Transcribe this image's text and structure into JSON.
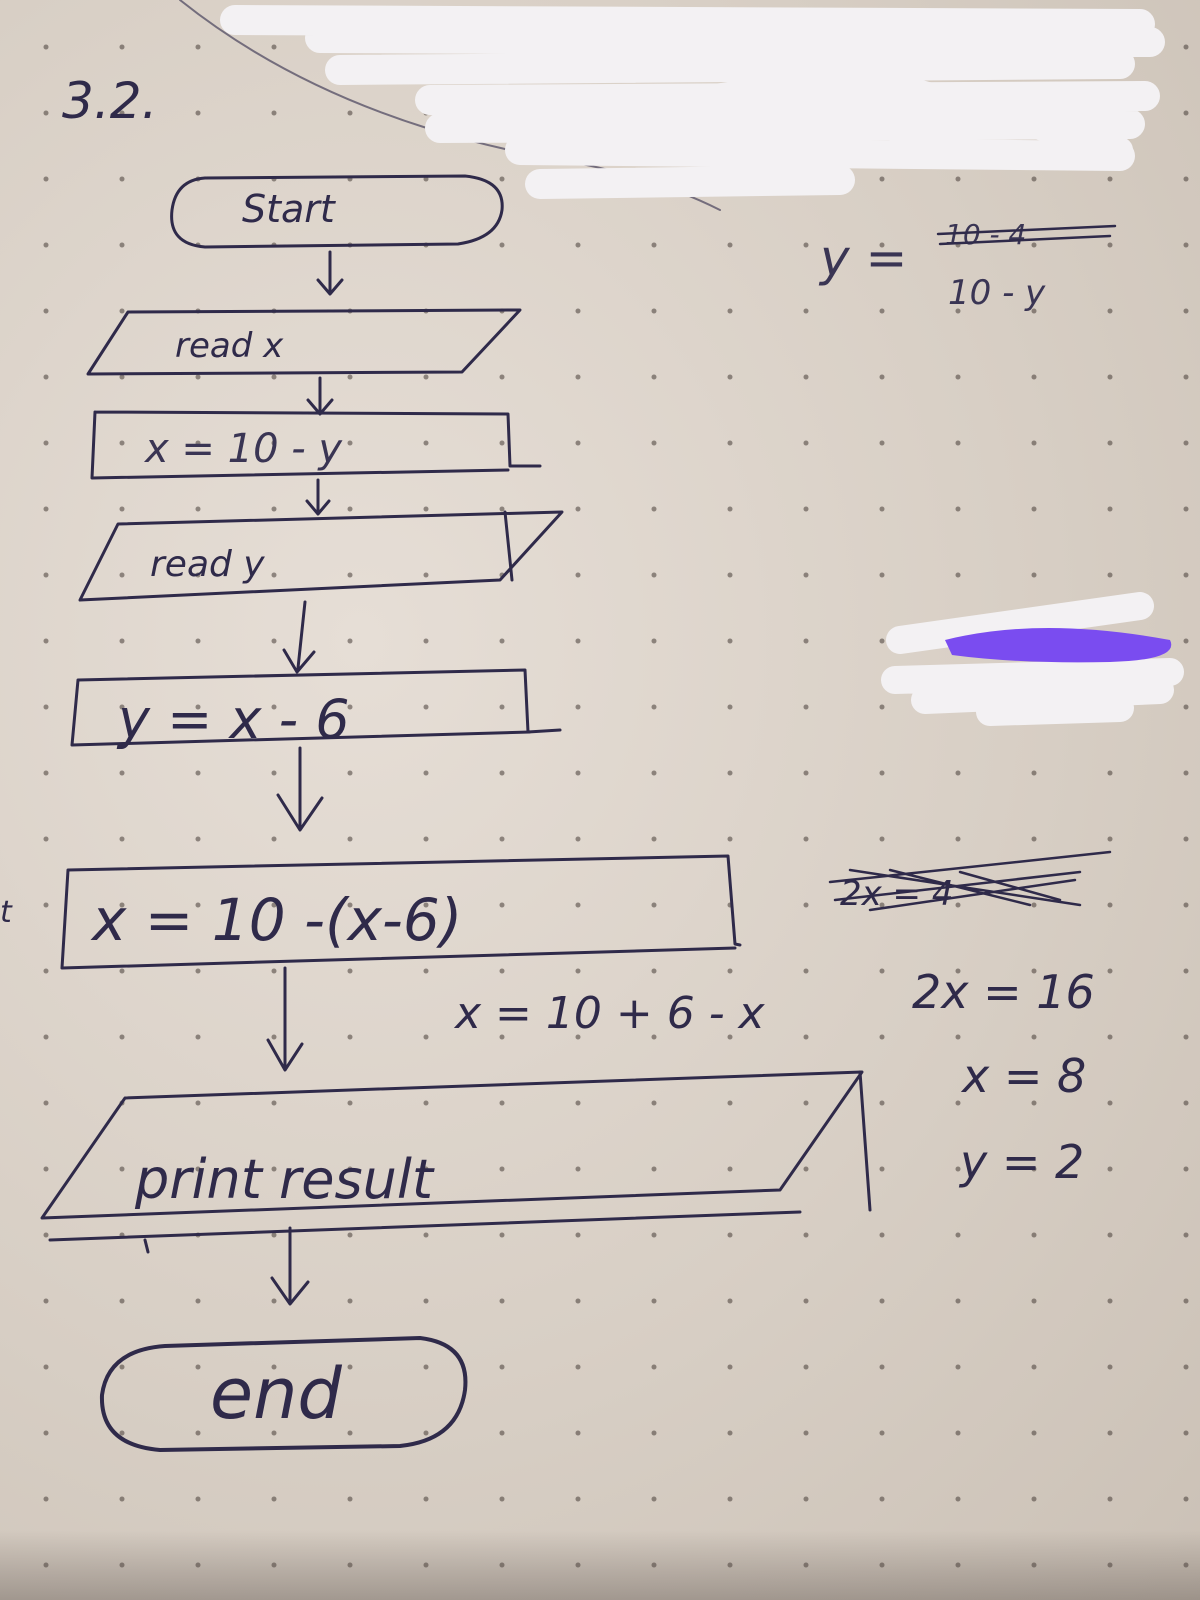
{
  "exercise_number": "3.2.",
  "flowchart": {
    "start": "Start",
    "read_x": "read x",
    "assign_x": "x = 10 - y",
    "read_y": "read y",
    "assign_y": "y = x - 6",
    "substituted": "x = 10 -(x-6)",
    "print": "print result",
    "end": "end"
  },
  "side_notes": {
    "y_label": "y =",
    "y_crossed": "10 - 4",
    "y_expr": "10 - y",
    "crossed_out": "2x = 4",
    "expand": "x = 10 + 6 - x",
    "equation": "2x = 16",
    "x_result": "x = 8",
    "y_result": "y = 2",
    "margin_mark": "t"
  },
  "colors": {
    "ink": "#2f2a4a",
    "paper": "#d9d0c6",
    "redaction_white": "#f2f0f2",
    "redaction_purple": "#7a4cf0"
  }
}
